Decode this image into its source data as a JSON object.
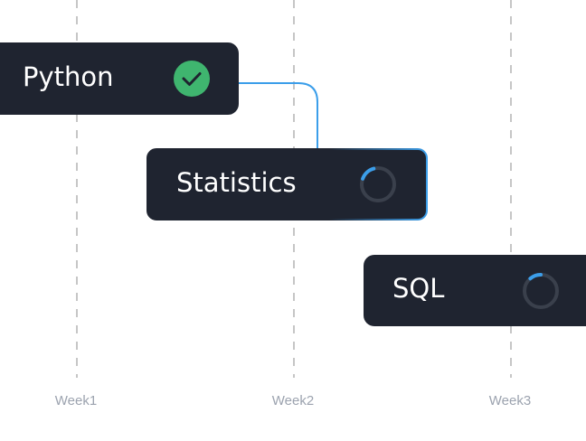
{
  "weeks": [
    "Week1",
    "Week2",
    "Week3"
  ],
  "tasks": [
    {
      "label": "Python",
      "status": "completed",
      "status_icon": "check-circle-icon"
    },
    {
      "label": "Statistics",
      "status": "in-progress",
      "status_icon": "spinner-icon"
    },
    {
      "label": "SQL",
      "status": "in-progress",
      "status_icon": "spinner-icon"
    }
  ],
  "colors": {
    "card_bg": "#1f2430",
    "card_text": "#ffffff",
    "accent_blue": "#3b9eea",
    "success_green": "#3fb56f",
    "spinner_track": "#3a404c",
    "week_label": "#9ca3af",
    "gridline": "#b3b3b3"
  }
}
